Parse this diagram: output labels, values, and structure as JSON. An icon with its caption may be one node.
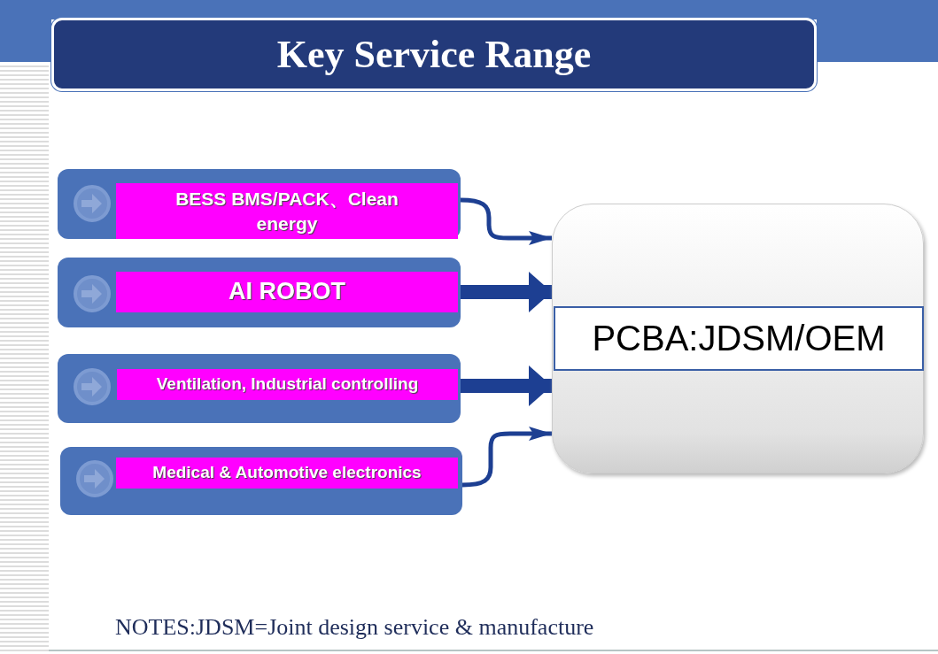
{
  "diagram": {
    "title": "Key Service Range",
    "nodes": [
      {
        "text": [
          "BESS BMS/PACK、Clean energy"
        ]
      },
      {
        "text": [
          "AI ROBOT"
        ]
      },
      {
        "text": [
          "Ventilation, Industrial controlling"
        ]
      },
      {
        "text": [
          "Medical & Automotive electronics"
        ]
      },
      {
        "text": [],
        "shape": "box"
      },
      {
        "text": [
          "PCBA:JDSM/OEM"
        ],
        "in": 4
      }
    ],
    "edges": [
      {
        "from": 0,
        "to": 4,
        "arrow": "to"
      },
      {
        "from": 1,
        "to": 4,
        "arrow": "to",
        "style": "thick"
      },
      {
        "from": 2,
        "to": 4,
        "arrow": "to",
        "style": "thick"
      },
      {
        "from": 3,
        "to": 4,
        "arrow": "to"
      }
    ],
    "labels": [
      "NOTES:JDSM=Joint design service & manufacture"
    ]
  }
}
